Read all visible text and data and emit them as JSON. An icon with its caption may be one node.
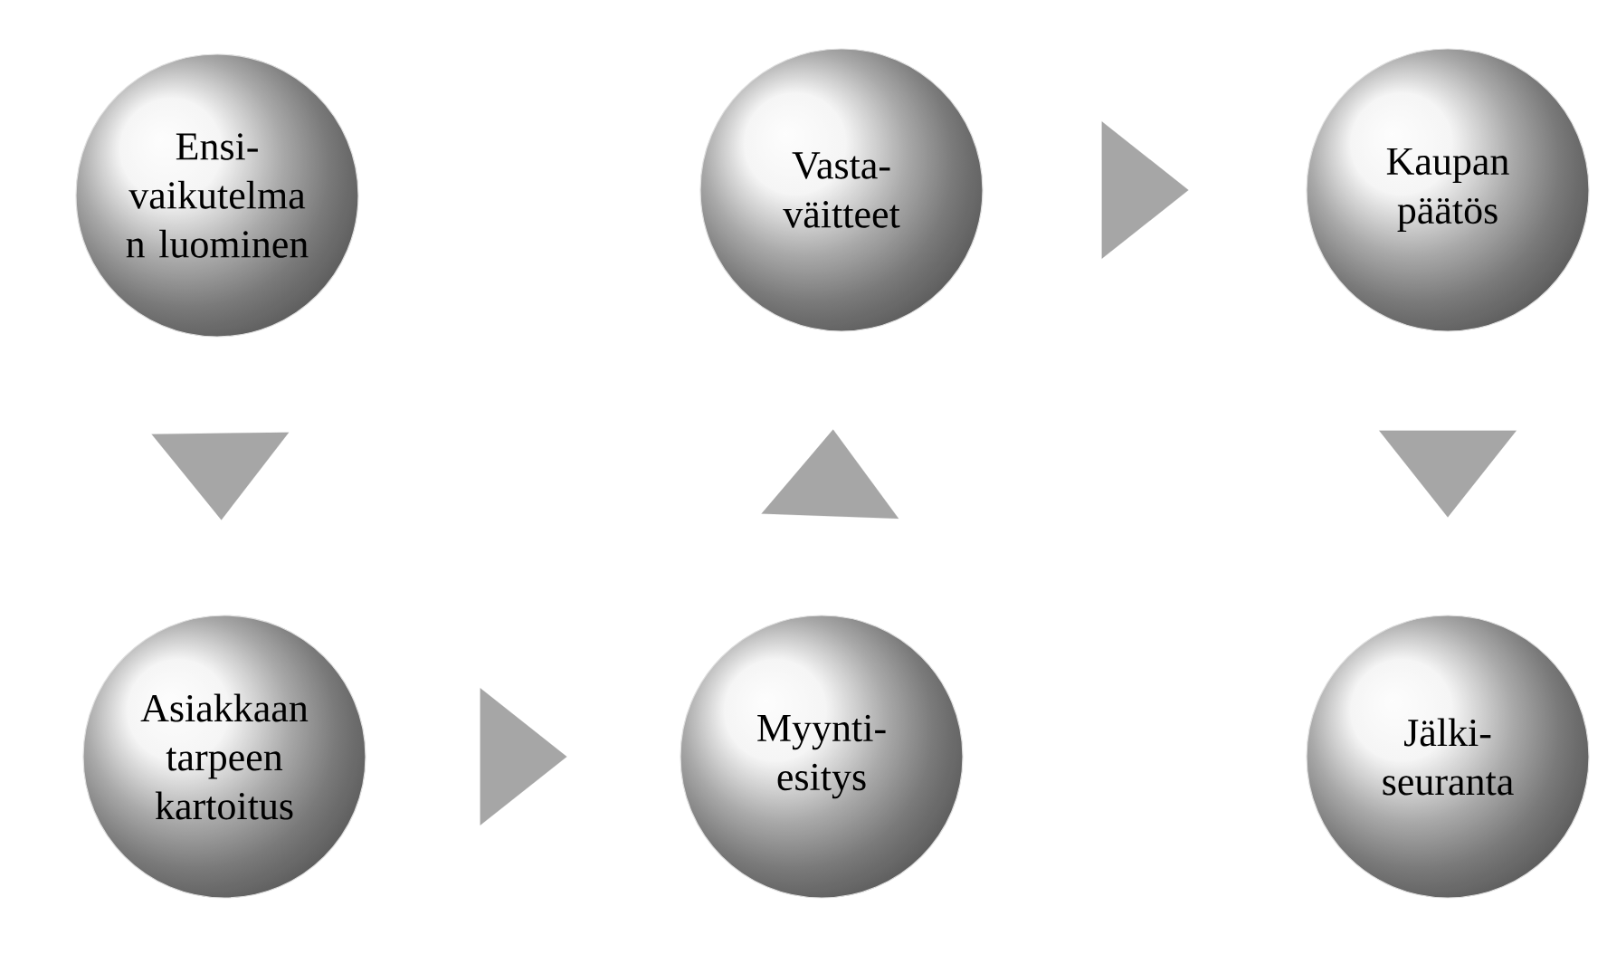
{
  "diagram": {
    "nodes": [
      {
        "text": [
          "Ensi- vaikutelma n luominen"
        ]
      },
      {
        "text": [
          "Asiakkaan tarpeen kartoitus"
        ]
      },
      {
        "text": [
          "Vasta- väitteet"
        ]
      },
      {
        "text": [
          "Kaupan päätös"
        ]
      },
      {
        "text": [
          "Myynti- esitys"
        ]
      },
      {
        "text": [
          "Jälki- seuranta"
        ]
      }
    ],
    "edges": [
      {
        "from": 0,
        "to": 1,
        "arrow": "to"
      },
      {
        "from": 1,
        "to": 4,
        "arrow": "to"
      },
      {
        "from": 4,
        "to": 2,
        "arrow": "to"
      },
      {
        "from": 2,
        "to": 3,
        "arrow": "to"
      },
      {
        "from": 3,
        "to": 5,
        "arrow": "to"
      }
    ]
  }
}
